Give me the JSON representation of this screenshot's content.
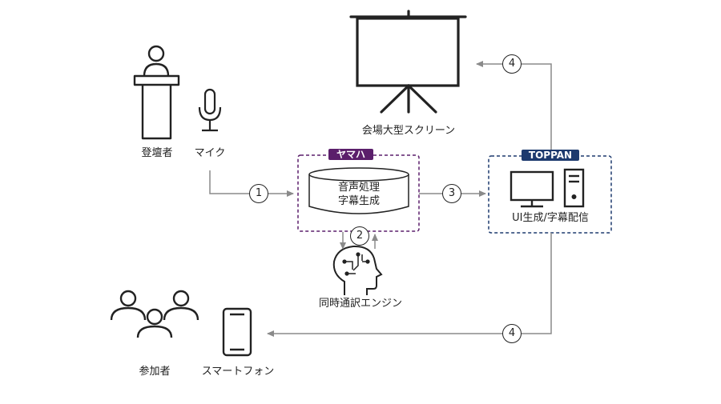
{
  "nodes": {
    "speaker": "登壇者",
    "mic": "マイク",
    "screen": "会場大型スクリーン",
    "yamaha_badge": "ヤマハ",
    "engine_line1": "音声処理",
    "engine_line2": "字幕生成",
    "toppan_badge": "TOPPAN",
    "toppan_label": "UI生成/字幕配信",
    "translation_engine": "同時通訳エンジン",
    "participants": "参加者",
    "smartphone": "スマートフォン"
  },
  "steps": {
    "s1": "1",
    "s2": "2",
    "s3": "3",
    "s4_top": "4",
    "s4_bottom": "4"
  },
  "colors": {
    "yamaha": "#5b1f6b",
    "toppan": "#1d3a6e",
    "arrow": "#8a8a8a",
    "icon": "#222222"
  }
}
